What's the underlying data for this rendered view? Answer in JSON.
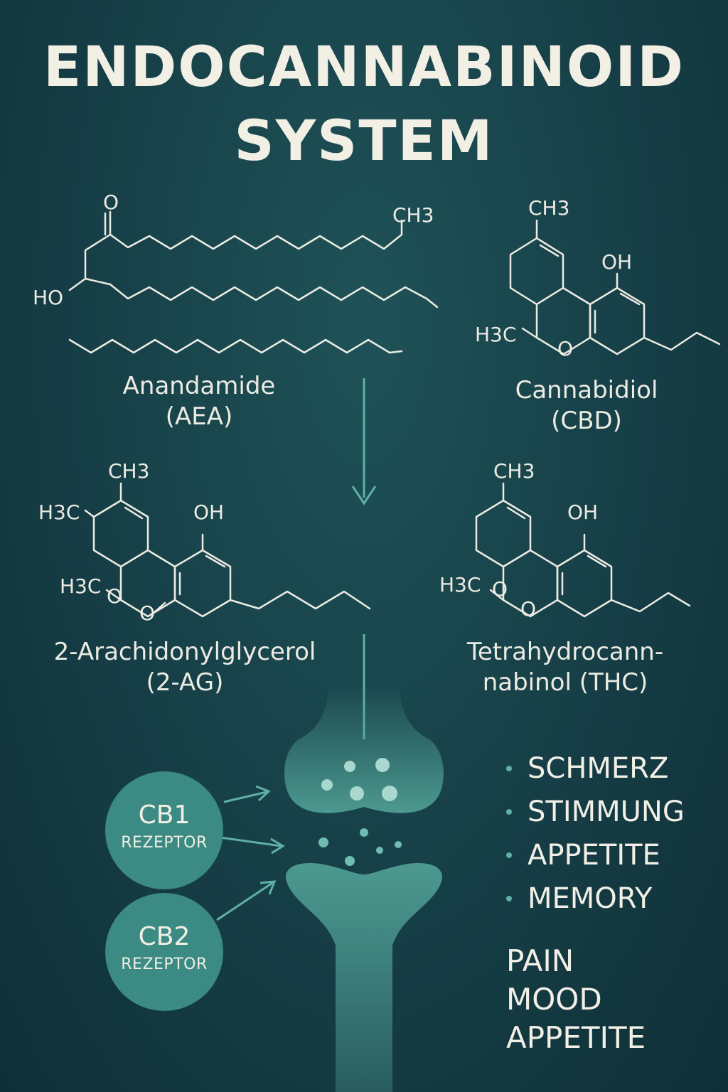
{
  "title": {
    "line1": "ENDOCANNABINOID",
    "line2": "SYSTEM"
  },
  "molecules": {
    "anandamide": {
      "name": "Anandamide",
      "abbr": "(AEA)",
      "labels": {
        "o": "O",
        "ho": "HO",
        "ch3": "CH3"
      }
    },
    "cannabidiol": {
      "name": "Cannabidiol",
      "abbr": "(CBD)",
      "labels": {
        "ch3": "CH3",
        "oh": "OH",
        "h3c": "H3C",
        "o": "O"
      }
    },
    "two_ag": {
      "name": "2-Arachidonylglycerol",
      "abbr": "(2-AG)",
      "labels": {
        "ch3": "CH3",
        "h3c_top": "H3C",
        "oh": "OH",
        "h3c_bottom": "H3C",
        "o": "O"
      }
    },
    "thc": {
      "name_line1": "Tetrahydrocann-",
      "name_line2": "nabinol (THC)",
      "labels": {
        "ch3": "CH3",
        "oh": "OH",
        "h3c": "H3C",
        "o": "O"
      }
    }
  },
  "receptors": [
    {
      "code": "CB1",
      "label": "REZEPTOR"
    },
    {
      "code": "CB2",
      "label": "REZEPTOR"
    }
  ],
  "effects_de": [
    "SCHMERZ",
    "STIMMUNG",
    "APPETITE",
    "MEMORY"
  ],
  "effects_en": [
    "PAIN",
    "MOOD",
    "APPETITE"
  ],
  "colors": {
    "background": "#163e46",
    "accent": "#5fb0a6",
    "receptor": "#3b8a84",
    "synapse": "#4f9e94",
    "text": "#f1efe6"
  }
}
